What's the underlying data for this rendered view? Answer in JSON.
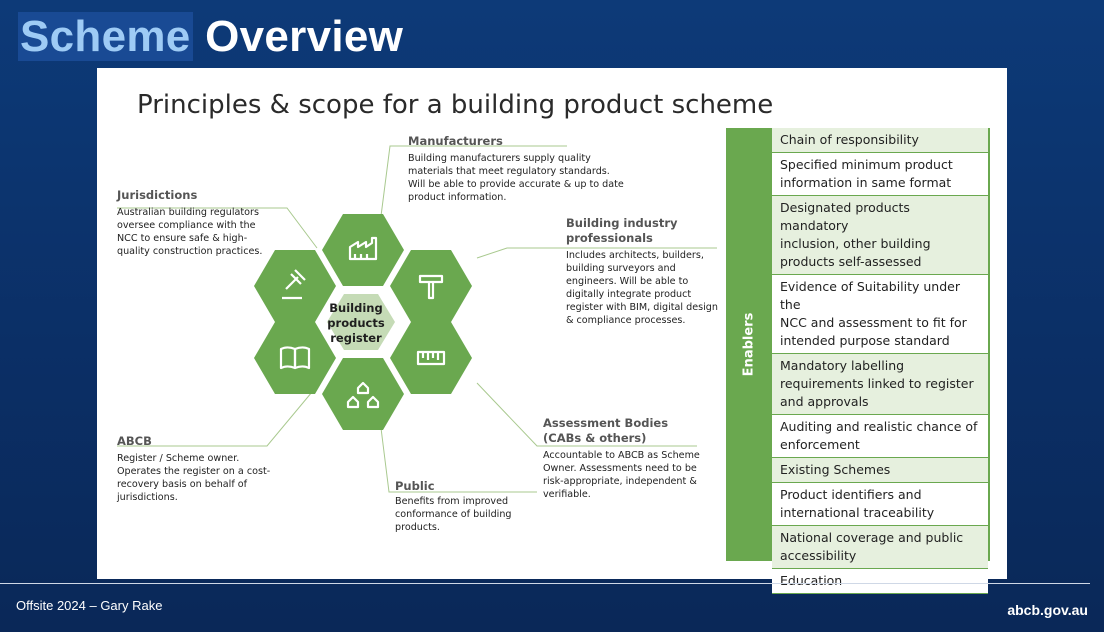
{
  "slide_title": {
    "word1": "Scheme",
    "word2": "Overview"
  },
  "panel": {
    "subtitle": "Principles & scope for a building product scheme",
    "center_label": [
      "Building",
      "products",
      "register"
    ],
    "groups": {
      "manufacturers": {
        "heading": "Manufacturers",
        "text": [
          "Building manufacturers supply quality",
          "materials that meet regulatory standards.",
          "Will be able to provide accurate & up to date",
          "product  information."
        ]
      },
      "jurisdictions": {
        "heading": "Jurisdictions",
        "text": [
          "Australian building regulators",
          "oversee compliance with the",
          "NCC to ensure safe & high-",
          "quality construction practices."
        ]
      },
      "professionals": {
        "heading": [
          "Building industry",
          "professionals"
        ],
        "text": [
          "Includes architects, builders,",
          "building surveyors and",
          "engineers. Will be able to",
          "digitally integrate product",
          "register with BIM, digital design",
          "& compliance processes."
        ]
      },
      "abcb": {
        "heading": "ABCB",
        "text": [
          "Register / Scheme owner.",
          "Operates the register on a cost-",
          "recovery basis on behalf of",
          "jurisdictions."
        ]
      },
      "assessment": {
        "heading": [
          "Assessment Bodies",
          "(CABs & others)"
        ],
        "text": [
          "Accountable to ABCB as Scheme",
          "Owner. Assessments need to be",
          "risk-appropriate, independent &",
          "verifiable."
        ]
      },
      "public": {
        "heading": "Public",
        "text": [
          "Benefits from improved",
          "conformance of building",
          "products."
        ]
      }
    },
    "enablers": {
      "label": "Enablers",
      "items": [
        [
          "Chain of responsibility"
        ],
        [
          "Specified minimum product",
          "information in same format"
        ],
        [
          "Designated products mandatory",
          "inclusion, other building",
          "products self-assessed"
        ],
        [
          "Evidence of Suitability under the",
          "NCC and assessment to fit for",
          "intended purpose standard"
        ],
        [
          "Mandatory labelling",
          "requirements linked to register",
          "and approvals"
        ],
        [
          "Auditing and realistic chance of",
          "enforcement"
        ],
        [
          "Existing Schemes"
        ],
        [
          "Product identifiers and",
          "international traceability"
        ],
        [
          "National coverage and public",
          "accessibility"
        ],
        [
          "Education"
        ]
      ]
    },
    "colors": {
      "hex_dark": "#6aa84f",
      "hex_light": "#c5dbb6",
      "line": "#a9c98f"
    },
    "icons": [
      "factory-icon",
      "hammer-icon",
      "ruler-icon",
      "houses-icon",
      "book-icon",
      "gavel-icon"
    ]
  },
  "footer": {
    "left": "Offsite 2024 – Gary Rake",
    "right": "abcb.gov.au"
  }
}
